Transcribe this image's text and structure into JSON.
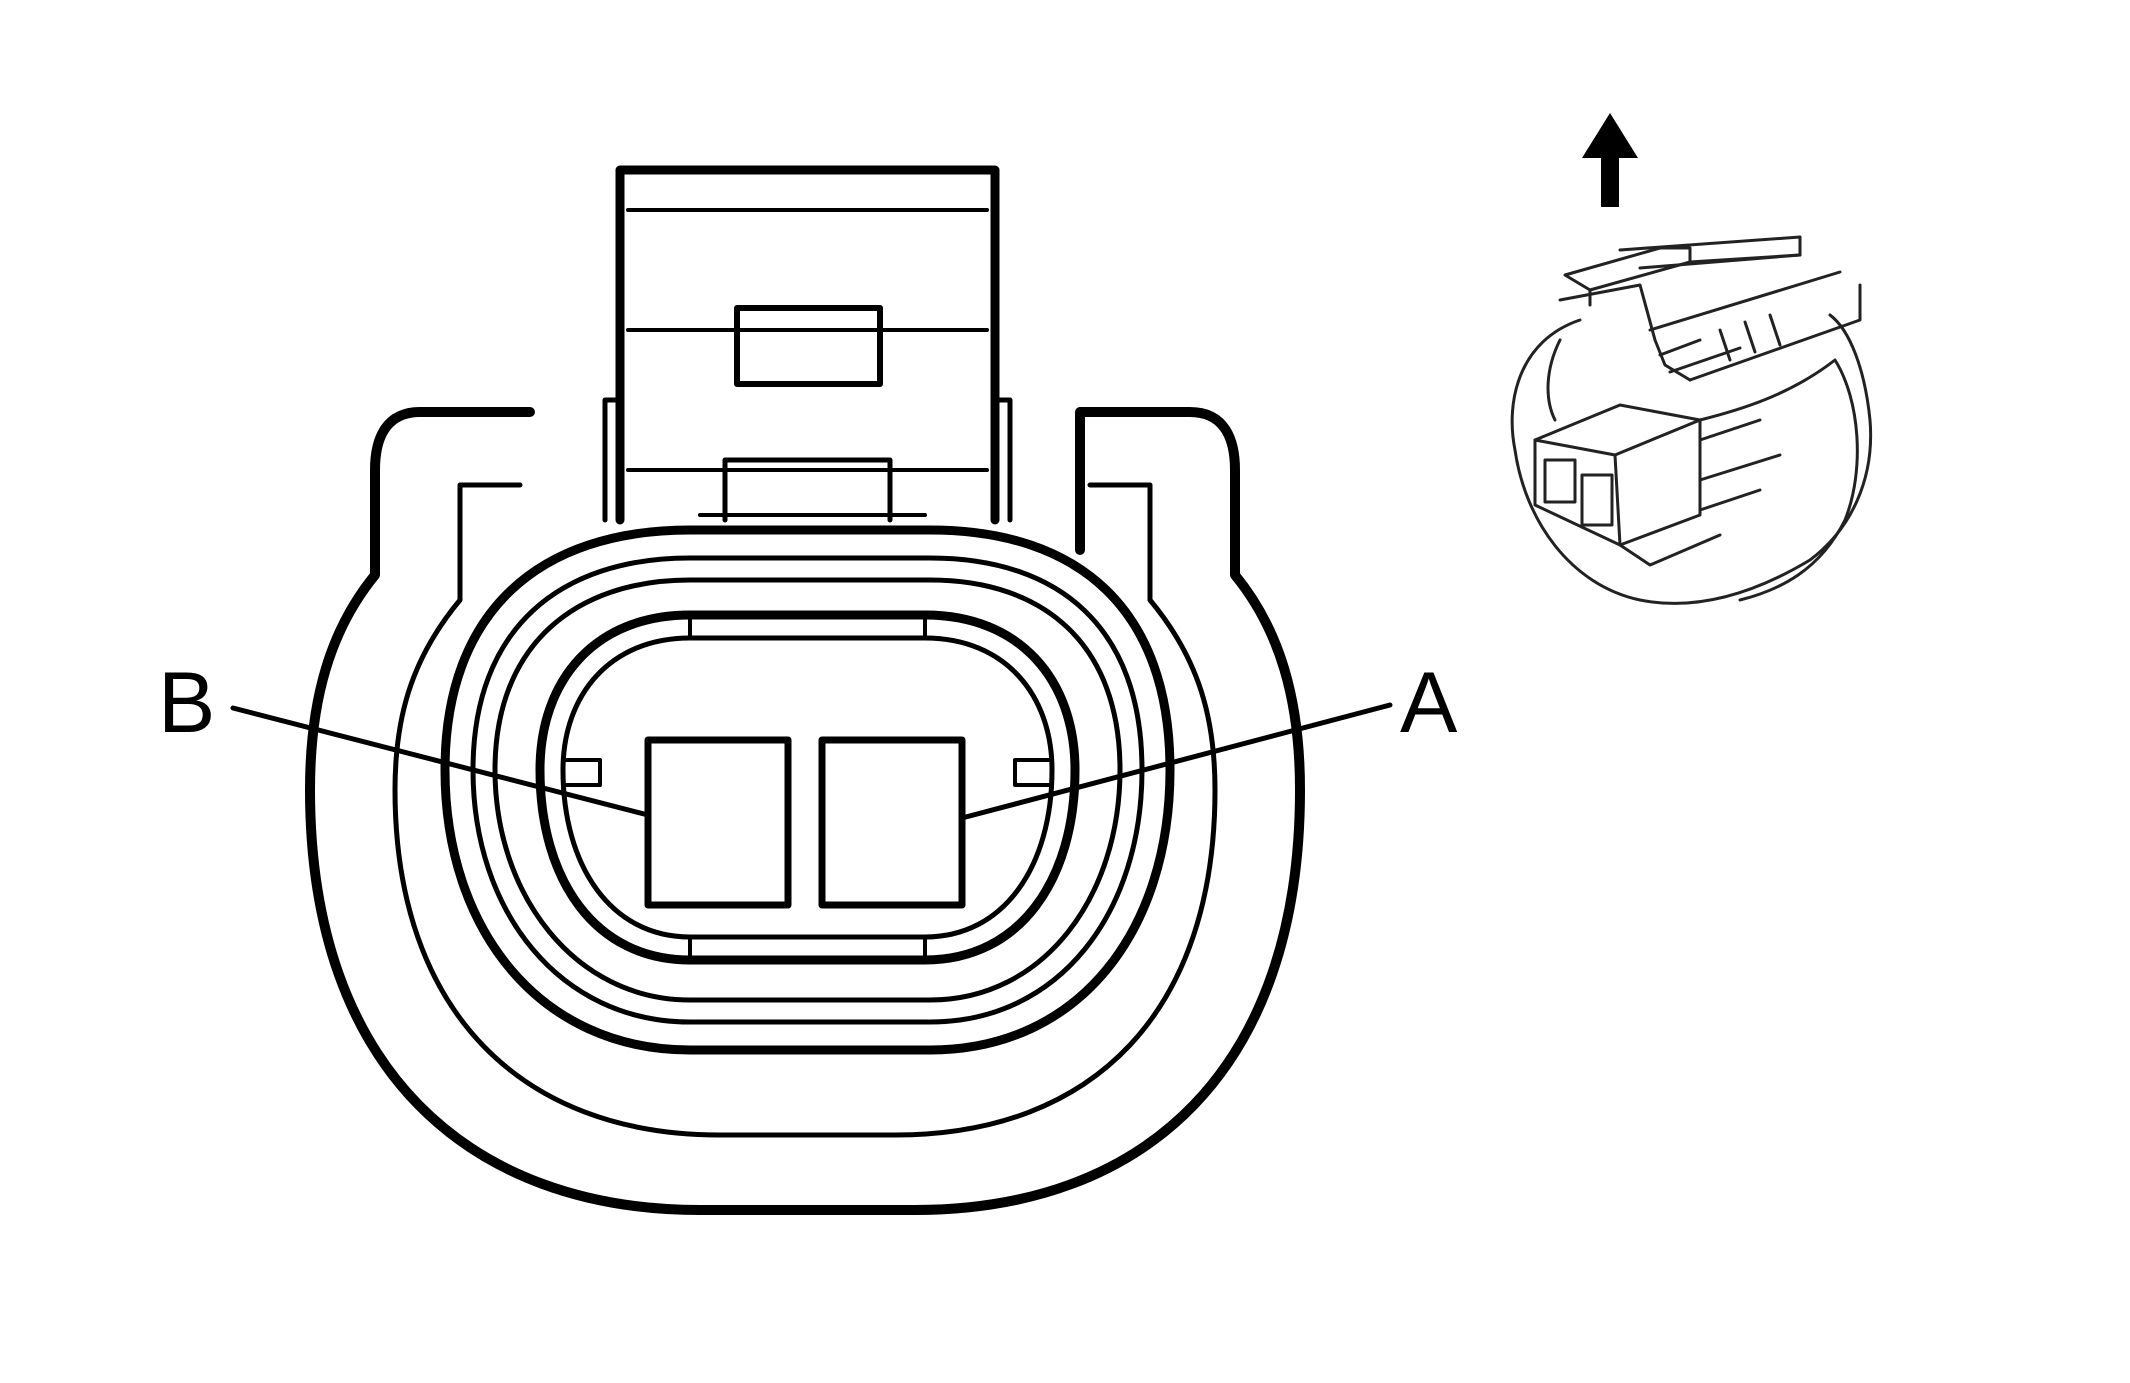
{
  "diagram": {
    "pins": [
      {
        "id": "B",
        "label": "B"
      },
      {
        "id": "A",
        "label": "A"
      }
    ],
    "orientation_icon": "arrow-up-icon",
    "colors": {
      "stroke": "#000000",
      "background": "#ffffff",
      "detail_stroke": "#222222"
    }
  }
}
